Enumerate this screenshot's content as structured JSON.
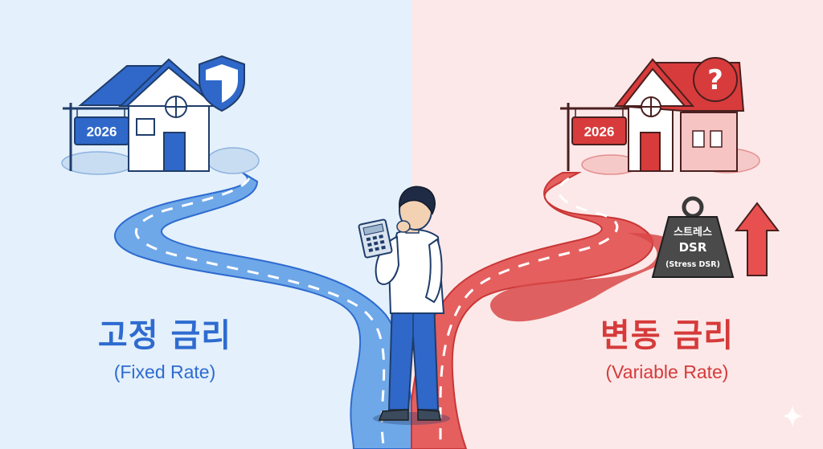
{
  "left": {
    "title": "고정 금리",
    "subtitle": "(Fixed Rate)",
    "sign_year": "2026"
  },
  "right": {
    "title": "변동 금리",
    "subtitle": "(Variable Rate)",
    "sign_year": "2026",
    "weight_label_ko": "스트레스",
    "weight_label_abbr": "DSR",
    "weight_label_en": "(Stress DSR)"
  },
  "colors": {
    "left_bg": "#e4f0fb",
    "right_bg": "#fce8e8",
    "blue_accent": "#2e6bd0",
    "red_accent": "#d63a3a"
  },
  "icons": {
    "left_badge": "shield-icon",
    "right_badge": "question-mark-icon",
    "arrow": "arrow-up-icon",
    "sparkle": "sparkle-icon"
  }
}
